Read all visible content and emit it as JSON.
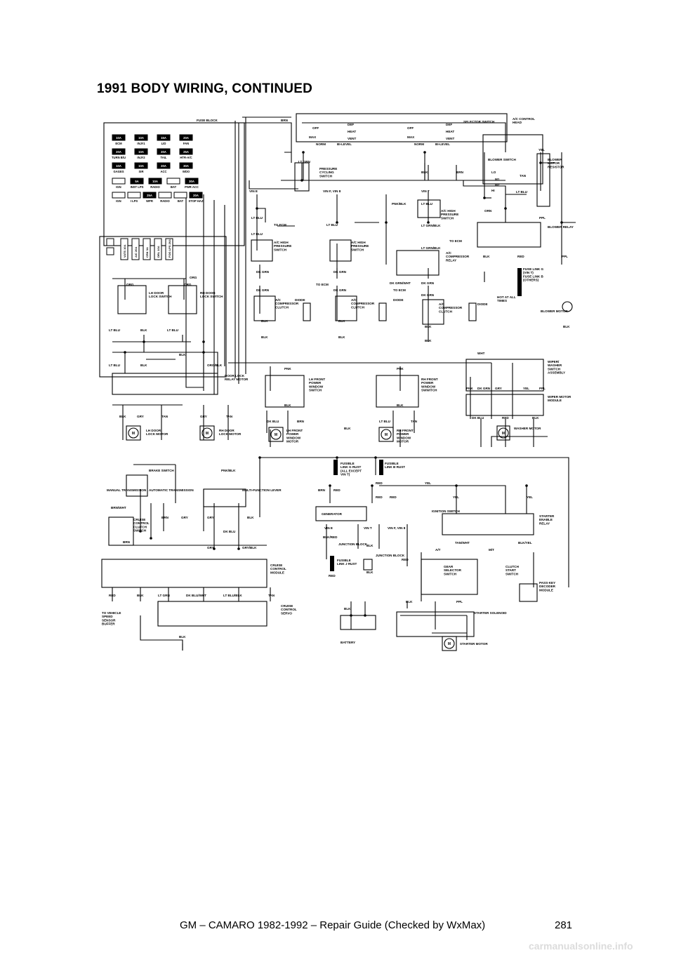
{
  "page": {
    "title": "1991 BODY WIRING, CONTINUED",
    "footer_text": "GM – CAMARO 1982-1992 – Repair Guide (Checked by WxMax)",
    "page_number": "281",
    "watermark": "carmanualsonline.info"
  },
  "diagram": {
    "fuse_block": {
      "title": "FUSE BLOCK",
      "rows": [
        [
          {
            "amp": "10A",
            "name": "ECM"
          },
          {
            "amp": "10A",
            "name": "INJ#1"
          },
          {
            "amp": "15A",
            "name": "LID"
          },
          {
            "amp": "20A",
            "name": "FAN"
          }
        ],
        [
          {
            "amp": "20A",
            "name": "TURN B/U"
          },
          {
            "amp": "10A",
            "name": "INJ#2"
          },
          {
            "amp": "20A",
            "name": "TAIL"
          },
          {
            "amp": "25A",
            "name": "HTR-A/C"
          }
        ],
        [
          {
            "amp": "10A",
            "name": "GAGES"
          },
          {
            "amp": "10A",
            "name": "SIR"
          },
          {
            "amp": "20A",
            "name": "ACC"
          },
          {
            "amp": "30A",
            "name": "WDO"
          }
        ],
        [
          {
            "amp": "",
            "name": "IGN"
          },
          {
            "amp": "5A",
            "name": "INST LPS"
          },
          {
            "amp": "10A",
            "name": "RADIO"
          },
          {
            "amp": "",
            "name": "BAT"
          },
          {
            "amp": "30A",
            "name": "PWR ACC"
          }
        ],
        [
          {
            "amp": "",
            "name": "IGN"
          },
          {
            "amp": "",
            "name": "I LPS"
          },
          {
            "amp": "25A",
            "name": "WPR"
          },
          {
            "amp": "",
            "name": "RADIO"
          },
          {
            "amp": "",
            "name": "BAT"
          },
          {
            "amp": "20A",
            "name": "STOP HAZ"
          }
        ]
      ],
      "vertical_fuses": [
        "VATS 10A",
        "A/C 20A",
        "CRK 3A",
        "DRL 10A",
        "FOG LPS 20A"
      ]
    },
    "labels": [
      {
        "id": "brn-top",
        "text": "BRN"
      },
      {
        "id": "selector-switch",
        "text": "SELECTOR SWITCH"
      },
      {
        "id": "ac-control-head",
        "text": "A/C CONTROL HEAD"
      },
      {
        "id": "off1",
        "text": "OFF"
      },
      {
        "id": "def1",
        "text": "DEF"
      },
      {
        "id": "heat1",
        "text": "HEAT"
      },
      {
        "id": "vent1",
        "text": "VENT"
      },
      {
        "id": "max1",
        "text": "MAX"
      },
      {
        "id": "norm1",
        "text": "NORM"
      },
      {
        "id": "bilevel1",
        "text": "BI-LEVEL"
      },
      {
        "id": "off2",
        "text": "OFF"
      },
      {
        "id": "def2",
        "text": "DEF"
      },
      {
        "id": "heat2",
        "text": "HEAT"
      },
      {
        "id": "vent2",
        "text": "VENT"
      },
      {
        "id": "max2",
        "text": "MAX"
      },
      {
        "id": "norm2",
        "text": "NORM"
      },
      {
        "id": "bilevel2",
        "text": "BI-LEVEL"
      },
      {
        "id": "yel-blower",
        "text": "YEL"
      },
      {
        "id": "blower-switch",
        "text": "BLOWER SWITCH"
      },
      {
        "id": "blower-resistor",
        "text": "BLOWER MOTOR RESISTOR"
      },
      {
        "id": "lt-grn",
        "text": "LT GRN"
      },
      {
        "id": "pressure-cycling",
        "text": "PRESSURE CYCLING SWITCH"
      },
      {
        "id": "blk-a",
        "text": "BLK"
      },
      {
        "id": "brn-a",
        "text": "BRN"
      },
      {
        "id": "lo",
        "text": "LO"
      },
      {
        "id": "m1",
        "text": "M1"
      },
      {
        "id": "m2",
        "text": "M2"
      },
      {
        "id": "hi",
        "text": "HI"
      },
      {
        "id": "tan-a",
        "text": "TAN"
      },
      {
        "id": "lt-blu-a",
        "text": "LT BLU"
      },
      {
        "id": "vin-e",
        "text": "VIN E"
      },
      {
        "id": "vin-f8",
        "text": "VIN F, VIN 8"
      },
      {
        "id": "vin-t",
        "text": "VIN T"
      },
      {
        "id": "pnk-blk-a",
        "text": "PNK/BLK"
      },
      {
        "id": "lt-blu-b",
        "text": "LT BLU"
      },
      {
        "id": "orn",
        "text": "ORN"
      },
      {
        "id": "ac-high-1",
        "text": "A/C HIGH PRESSURE SWITCH"
      },
      {
        "id": "lt-blu-c",
        "text": "LT BLU"
      },
      {
        "id": "to-ecm-1",
        "text": "TO ECM"
      },
      {
        "id": "lt-blu-d",
        "text": "LT BLU"
      },
      {
        "id": "lt-blu-e",
        "text": "LT BLU"
      },
      {
        "id": "ac-high-2",
        "text": "A/C HIGH PRESSURE SWITCH"
      },
      {
        "id": "ac-high-3",
        "text": "A/C HIGH PRESSURE SWITCH"
      },
      {
        "id": "lt-grn-blk-1",
        "text": "LT GRN/BLK"
      },
      {
        "id": "to-ecm-2",
        "text": "TO ECM"
      },
      {
        "id": "lt-grn-blk-2",
        "text": "LT GRN/BLK"
      },
      {
        "id": "ac-comp-relay",
        "text": "A/C COMPRESSOR RELAY"
      },
      {
        "id": "ppl-a",
        "text": "PPL"
      },
      {
        "id": "blower-relay",
        "text": "BLOWER RELAY"
      },
      {
        "id": "blk-b",
        "text": "BLK"
      },
      {
        "id": "red-a",
        "text": "RED"
      },
      {
        "id": "ppl-b",
        "text": "PPL"
      },
      {
        "id": "dk-grn-1",
        "text": "DK GRN"
      },
      {
        "id": "dk-grn-2",
        "text": "DK GRN"
      },
      {
        "id": "to-ecm-3",
        "text": "TO ECM"
      },
      {
        "id": "dk-grn-wht",
        "text": "DK GRN/WHT"
      },
      {
        "id": "to-ecm-4",
        "text": "TO ECM"
      },
      {
        "id": "dk-grn-3",
        "text": "DK GRN"
      },
      {
        "id": "dk-grn-4",
        "text": "DK GRN"
      },
      {
        "id": "dk-grn-5",
        "text": "DK GRN"
      },
      {
        "id": "dk-grn-6",
        "text": "DK GRN"
      },
      {
        "id": "fuse-link-g",
        "text": "FUSE LINK G (VIN T) FUSE LINK B (OTHERS)"
      },
      {
        "id": "hot-at-all",
        "text": "HOT AT ALL TIMES"
      },
      {
        "id": "ac-comp-clutch-1",
        "text": "A/C COMPRESSOR CLUTCH"
      },
      {
        "id": "diode-1",
        "text": "DIODE"
      },
      {
        "id": "ac-comp-clutch-2",
        "text": "A/C COMPRESSOR CLUTCH"
      },
      {
        "id": "diode-2",
        "text": "DIODE"
      },
      {
        "id": "ac-comp-clutch-3",
        "text": "A/C COMPRESSOR CLUTCH"
      },
      {
        "id": "diode-3",
        "text": "DIODE"
      },
      {
        "id": "blower-motor",
        "text": "BLOWER MOTOR"
      },
      {
        "id": "org-1",
        "text": "ORG"
      },
      {
        "id": "org-2",
        "text": "ORG"
      },
      {
        "id": "org-3",
        "text": "ORG"
      },
      {
        "id": "lh-door-lock-sw",
        "text": "LH DOOR LOCK SWITCH"
      },
      {
        "id": "rh-door-lock-sw",
        "text": "RH DOOR LOCK SWITCH"
      },
      {
        "id": "lt-blu-f",
        "text": "LT BLU"
      },
      {
        "id": "blk-c",
        "text": "BLK"
      },
      {
        "id": "lt-blu-g",
        "text": "LT BLU"
      },
      {
        "id": "blk-d",
        "text": "BLK"
      },
      {
        "id": "blk-e",
        "text": "BLK"
      },
      {
        "id": "blk-f",
        "text": "BLK"
      },
      {
        "id": "blk-g",
        "text": "BLK"
      },
      {
        "id": "blk-h",
        "text": "BLK"
      },
      {
        "id": "blk-i",
        "text": "BLK"
      },
      {
        "id": "blk-j",
        "text": "BLK"
      },
      {
        "id": "blk-k",
        "text": "BLK"
      },
      {
        "id": "lt-blu-h",
        "text": "LT BLU"
      },
      {
        "id": "blk-l",
        "text": "BLK"
      },
      {
        "id": "org-blk",
        "text": "ORG/BLK"
      },
      {
        "id": "door-lock-relay",
        "text": "DOOR LOCK RELAY MOTOR"
      },
      {
        "id": "wht",
        "text": "WHT"
      },
      {
        "id": "pnk-1",
        "text": "PNK"
      },
      {
        "id": "pnk-2",
        "text": "PNK"
      },
      {
        "id": "lh-front-pw-sw",
        "text": "LH FRONT POWER WINDOW SWITCH"
      },
      {
        "id": "rh-front-pw-sw",
        "text": "RH FRONT POWER WINDOW SWWITCH"
      },
      {
        "id": "wiper-washer-sw",
        "text": "WIPER/ WASHER SWITCH ASSEMBLY"
      },
      {
        "id": "pnk-3",
        "text": "PNK"
      },
      {
        "id": "dk-grn-7",
        "text": "DK GRN"
      },
      {
        "id": "gry-a",
        "text": "GRY"
      },
      {
        "id": "yel-a",
        "text": "YEL"
      },
      {
        "id": "ppl-c",
        "text": "PPL"
      },
      {
        "id": "wiper-motor-module",
        "text": "WIPER MOTOR MODULE"
      },
      {
        "id": "blk-m",
        "text": "BLK"
      },
      {
        "id": "blk-n",
        "text": "BLK"
      },
      {
        "id": "blk-o",
        "text": "BLK"
      },
      {
        "id": "gry-b",
        "text": "GRY"
      },
      {
        "id": "tan-b",
        "text": "TAN"
      },
      {
        "id": "gry-c",
        "text": "GRY"
      },
      {
        "id": "tan-c",
        "text": "TAN"
      },
      {
        "id": "dk-blu-a",
        "text": "DK BLU"
      },
      {
        "id": "brn-b",
        "text": "BRN"
      },
      {
        "id": "blk-p",
        "text": "BLK"
      },
      {
        "id": "lt-blu-i",
        "text": "LT BLU"
      },
      {
        "id": "tan-d",
        "text": "TAN"
      },
      {
        "id": "dk-blu-b",
        "text": "DK BLU"
      },
      {
        "id": "red-b",
        "text": "RED"
      },
      {
        "id": "blk-q",
        "text": "BLK"
      },
      {
        "id": "lh-door-lock-motor",
        "text": "LH DOOR LOCK MOTOR"
      },
      {
        "id": "rh-door-lock-motor",
        "text": "RH DOOR LOCK MOTOR"
      },
      {
        "id": "lh-front-pw-motor",
        "text": "LH FRONT POWER WINDOW MOTOR"
      },
      {
        "id": "rh-front-pw-motor",
        "text": "RH FRONT POWER WINDOW MOTOR"
      },
      {
        "id": "washer-motor",
        "text": "WASHER MOTOR"
      },
      {
        "id": "brake-switch",
        "text": "BRAKE SWITCH"
      },
      {
        "id": "pnk-blk-b",
        "text": "PNK/BLK"
      },
      {
        "id": "fusible-link-g",
        "text": "FUSIBLE LINK G RUST (ALL EXCEPT VIN T)"
      },
      {
        "id": "fusible-link-b",
        "text": "FUSIBLE LINK B RUST"
      },
      {
        "id": "manual-trans",
        "text": "MANUAL TRANSMISSION"
      },
      {
        "id": "auto-trans",
        "text": "AUTOMATIC TRANSMISSION"
      },
      {
        "id": "multi-function",
        "text": "MULTI-FUNCTION LEVER"
      },
      {
        "id": "brn-c",
        "text": "BRN"
      },
      {
        "id": "red-c",
        "text": "RED"
      },
      {
        "id": "red-d",
        "text": "RED"
      },
      {
        "id": "yel-b",
        "text": "YEL"
      },
      {
        "id": "red-e",
        "text": "RED"
      },
      {
        "id": "red-f",
        "text": "RED"
      },
      {
        "id": "yel-c",
        "text": "YEL"
      },
      {
        "id": "yel-d",
        "text": "YEL"
      },
      {
        "id": "brn-wht",
        "text": "BRN/WHT"
      },
      {
        "id": "cruise-clutch-sw",
        "text": "CRUISE CONTROL CLUTCH SWITCH"
      },
      {
        "id": "brn-d",
        "text": "BRN"
      },
      {
        "id": "gry-d",
        "text": "GRY"
      },
      {
        "id": "gry-e",
        "text": "GRY"
      },
      {
        "id": "blk-r",
        "text": "BLK"
      },
      {
        "id": "generator",
        "text": "GENERATOR"
      },
      {
        "id": "ignition-switch",
        "text": "IGNITION SWITCH"
      },
      {
        "id": "starter-enable-relay",
        "text": "STARTER ENABLE RELAY"
      },
      {
        "id": "dk-blu-c",
        "text": "DK BLU"
      },
      {
        "id": "brn-e",
        "text": "BRN"
      },
      {
        "id": "vin-e-b",
        "text": "VIN E"
      },
      {
        "id": "vin-t-b",
        "text": "VIN T"
      },
      {
        "id": "vin-f8-b",
        "text": "VIN F, VIN 8"
      },
      {
        "id": "blk-red",
        "text": "BLK/RED"
      },
      {
        "id": "junction-block-1",
        "text": "JUNCTION BLOCK"
      },
      {
        "id": "blk-s",
        "text": "BLK"
      },
      {
        "id": "junction-block-2",
        "text": "JUNCTION BLOCK"
      },
      {
        "id": "red-g",
        "text": "RED"
      },
      {
        "id": "fusible-link-j",
        "text": "FUSIBLE LINK J RUST"
      },
      {
        "id": "blk-t",
        "text": "BLK"
      },
      {
        "id": "red-h",
        "text": "RED"
      },
      {
        "id": "tan-wht",
        "text": "TAN/WHT"
      },
      {
        "id": "blk-yel",
        "text": "BLK/YEL"
      },
      {
        "id": "at",
        "text": "A/T"
      },
      {
        "id": "mt",
        "text": "M/T"
      },
      {
        "id": "gear-selector",
        "text": "GEAR SELECTOR SWITCH"
      },
      {
        "id": "clutch-start",
        "text": "CLUTCH START SWITCH"
      },
      {
        "id": "gry-f",
        "text": "GRY"
      },
      {
        "id": "gry-blk",
        "text": "GRY/BLK"
      },
      {
        "id": "cruise-module",
        "text": "CRUISE CONTROL MODULE"
      },
      {
        "id": "pass-key",
        "text": "PASS-KEY DECODER MODULE"
      },
      {
        "id": "red-i",
        "text": "RED"
      },
      {
        "id": "blk-u",
        "text": "BLK"
      },
      {
        "id": "lt-grn-b",
        "text": "LT GRN"
      },
      {
        "id": "dk-blu-wht",
        "text": "DK BLU/WHT"
      },
      {
        "id": "lt-blu-blk",
        "text": "LT BLU/BLK"
      },
      {
        "id": "tan-e",
        "text": "TAN"
      },
      {
        "id": "blk-v",
        "text": "BLK"
      },
      {
        "id": "ppl-d",
        "text": "PPL"
      },
      {
        "id": "to-vss",
        "text": "TO VEHICLE SPEED SENSOR BUFFER"
      },
      {
        "id": "cruise-servo",
        "text": "CRUISE CONTROL SERVO"
      },
      {
        "id": "blk-w",
        "text": "BLK"
      },
      {
        "id": "starter-solenoid",
        "text": "STARTER SOLENOID"
      },
      {
        "id": "blk-x",
        "text": "BLK"
      },
      {
        "id": "battery",
        "text": "BATTERY"
      },
      {
        "id": "starter-motor",
        "text": "STARTER MOTOR"
      }
    ]
  }
}
